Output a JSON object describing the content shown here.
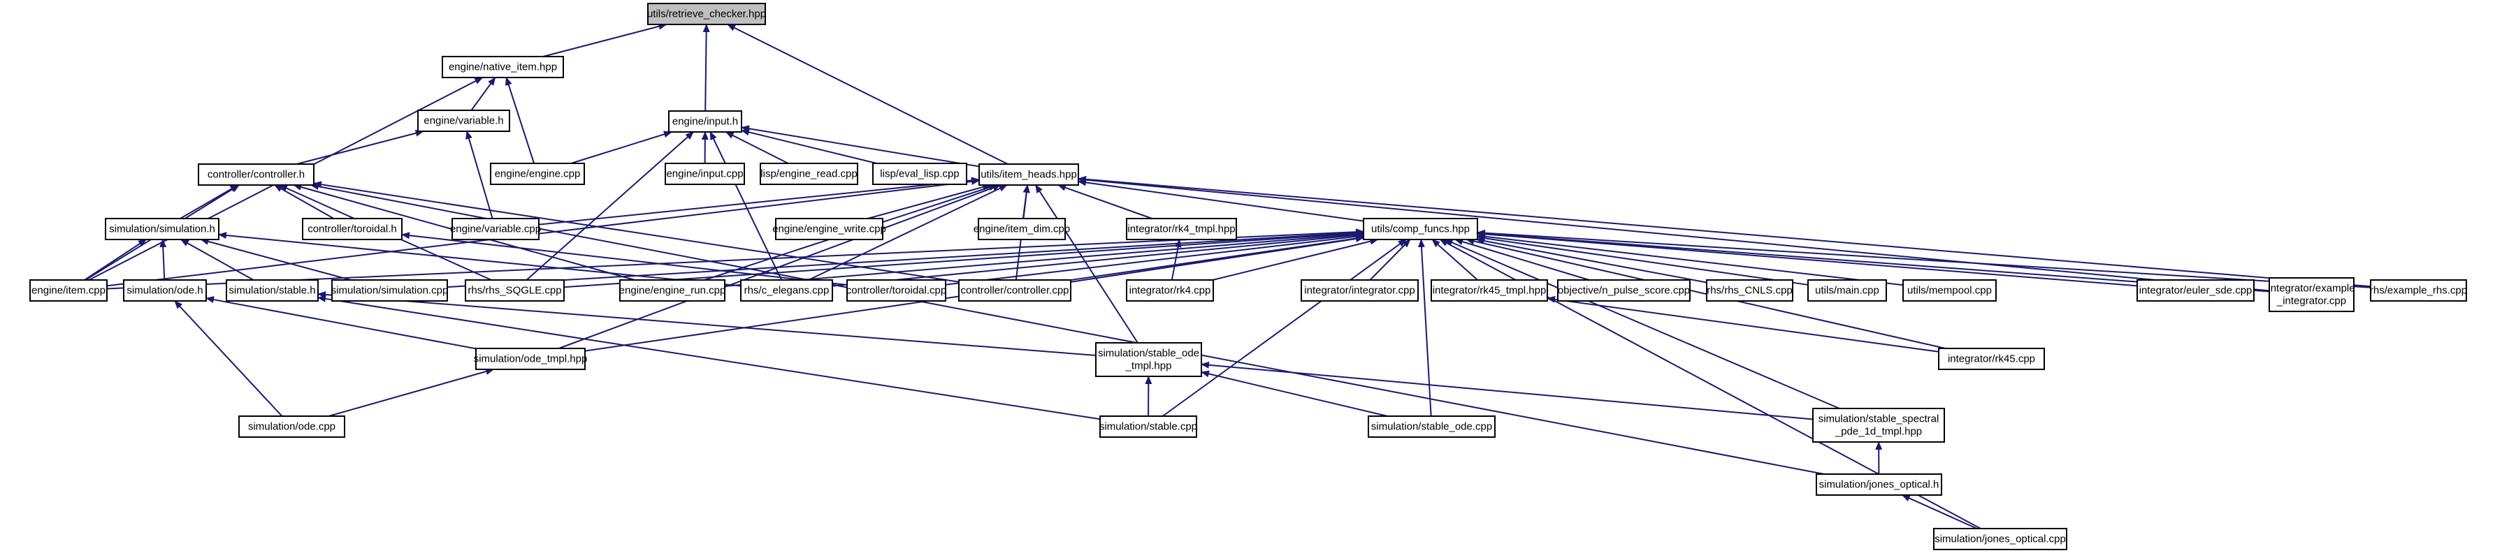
{
  "nodes": [
    {
      "id": "n1",
      "lines": [
        "utils/retrieve_checker.hpp"
      ],
      "root": true
    },
    {
      "id": "n2",
      "lines": [
        "engine/native_item.hpp"
      ]
    },
    {
      "id": "n3",
      "lines": [
        "engine/input.h"
      ]
    },
    {
      "id": "n4",
      "lines": [
        "engine/variable.h"
      ]
    },
    {
      "id": "n5",
      "lines": [
        "controller/controller.h"
      ]
    },
    {
      "id": "n6",
      "lines": [
        "utils/item_heads.hpp"
      ]
    },
    {
      "id": "n7",
      "lines": [
        "engine/engine.cpp"
      ]
    },
    {
      "id": "n8",
      "lines": [
        "engine/input.cpp"
      ]
    },
    {
      "id": "n9",
      "lines": [
        "lisp/engine_read.cpp"
      ]
    },
    {
      "id": "n10",
      "lines": [
        "lisp/eval_lisp.cpp"
      ]
    },
    {
      "id": "n11",
      "lines": [
        "simulation/simulation.h"
      ]
    },
    {
      "id": "n12",
      "lines": [
        "controller/toroidal.h"
      ]
    },
    {
      "id": "n13",
      "lines": [
        "engine/variable.cpp"
      ]
    },
    {
      "id": "n14",
      "lines": [
        "engine/engine_write.cpp"
      ]
    },
    {
      "id": "n15",
      "lines": [
        "engine/item_dim.cpp"
      ]
    },
    {
      "id": "n16",
      "lines": [
        "integrator/rk4_tmpl.hpp"
      ]
    },
    {
      "id": "n17",
      "lines": [
        "utils/comp_funcs.hpp"
      ]
    },
    {
      "id": "n18",
      "lines": [
        "engine/item.cpp"
      ]
    },
    {
      "id": "n19",
      "lines": [
        "simulation/ode.h"
      ]
    },
    {
      "id": "n20",
      "lines": [
        "simulation/stable.h"
      ]
    },
    {
      "id": "n21",
      "lines": [
        "simulation/simulation.cpp"
      ]
    },
    {
      "id": "n22",
      "lines": [
        "rhs/rhs_SQGLE.cpp"
      ]
    },
    {
      "id": "n23",
      "lines": [
        "engine/engine_run.cpp"
      ]
    },
    {
      "id": "n24",
      "lines": [
        "rhs/c_elegans.cpp"
      ]
    },
    {
      "id": "n25",
      "lines": [
        "controller/toroidal.cpp"
      ]
    },
    {
      "id": "n26",
      "lines": [
        "controller/controller.cpp"
      ]
    },
    {
      "id": "n27",
      "lines": [
        "integrator/rk4.cpp"
      ]
    },
    {
      "id": "n28",
      "lines": [
        "integrator/integrator.cpp"
      ]
    },
    {
      "id": "n29",
      "lines": [
        "integrator/rk45_tmpl.hpp"
      ]
    },
    {
      "id": "n30",
      "lines": [
        "objective/n_pulse_score.cpp"
      ]
    },
    {
      "id": "n31",
      "lines": [
        "rhs/rhs_CNLS.cpp"
      ]
    },
    {
      "id": "n32",
      "lines": [
        "utils/main.cpp"
      ]
    },
    {
      "id": "n33",
      "lines": [
        "utils/mempool.cpp"
      ]
    },
    {
      "id": "n34",
      "lines": [
        "integrator/euler_sde.cpp"
      ]
    },
    {
      "id": "n35",
      "lines": [
        "integrator/example",
        "_integrator.cpp"
      ]
    },
    {
      "id": "n36",
      "lines": [
        "rhs/example_rhs.cpp"
      ]
    },
    {
      "id": "n37",
      "lines": [
        "simulation/ode_tmpl.hpp"
      ]
    },
    {
      "id": "n38",
      "lines": [
        "simulation/stable_ode",
        "_tmpl.hpp"
      ]
    },
    {
      "id": "n39",
      "lines": [
        "integrator/rk45.cpp"
      ]
    },
    {
      "id": "n40",
      "lines": [
        "simulation/ode.cpp"
      ]
    },
    {
      "id": "n41",
      "lines": [
        "simulation/stable.cpp"
      ]
    },
    {
      "id": "n42",
      "lines": [
        "simulation/stable_ode.cpp"
      ]
    },
    {
      "id": "n43",
      "lines": [
        "simulation/stable_spectral",
        "_pde_1d_tmpl.hpp"
      ]
    },
    {
      "id": "n44",
      "lines": [
        "simulation/jones_optical.h"
      ]
    },
    {
      "id": "n45",
      "lines": [
        "simulation/jones_optical.cpp"
      ]
    }
  ],
  "edges": [
    [
      "n2",
      "n1"
    ],
    [
      "n3",
      "n1"
    ],
    [
      "n6",
      "n1"
    ],
    [
      "n4",
      "n2"
    ],
    [
      "n7",
      "n2"
    ],
    [
      "n18",
      "n2"
    ],
    [
      "n6",
      "n3"
    ],
    [
      "n7",
      "n3"
    ],
    [
      "n8",
      "n3"
    ],
    [
      "n9",
      "n3"
    ],
    [
      "n10",
      "n3"
    ],
    [
      "n22",
      "n3"
    ],
    [
      "n24",
      "n3"
    ],
    [
      "n5",
      "n4"
    ],
    [
      "n13",
      "n4"
    ],
    [
      "n11",
      "n5"
    ],
    [
      "n12",
      "n5"
    ],
    [
      "n18",
      "n5"
    ],
    [
      "n22",
      "n5"
    ],
    [
      "n23",
      "n5"
    ],
    [
      "n26",
      "n5"
    ],
    [
      "n44",
      "n5"
    ],
    [
      "n13",
      "n6"
    ],
    [
      "n14",
      "n6"
    ],
    [
      "n15",
      "n6"
    ],
    [
      "n16",
      "n6"
    ],
    [
      "n17",
      "n6"
    ],
    [
      "n18",
      "n6"
    ],
    [
      "n23",
      "n6"
    ],
    [
      "n24",
      "n6"
    ],
    [
      "n26",
      "n6"
    ],
    [
      "n35",
      "n6"
    ],
    [
      "n36",
      "n6"
    ],
    [
      "n37",
      "n6"
    ],
    [
      "n38",
      "n6"
    ],
    [
      "n18",
      "n11"
    ],
    [
      "n19",
      "n11"
    ],
    [
      "n20",
      "n11"
    ],
    [
      "n21",
      "n11"
    ],
    [
      "n24",
      "n11"
    ],
    [
      "n25",
      "n12"
    ],
    [
      "n27",
      "n16"
    ],
    [
      "n18",
      "n17"
    ],
    [
      "n21",
      "n17"
    ],
    [
      "n22",
      "n17"
    ],
    [
      "n23",
      "n17"
    ],
    [
      "n24",
      "n17"
    ],
    [
      "n25",
      "n17"
    ],
    [
      "n26",
      "n17"
    ],
    [
      "n27",
      "n17"
    ],
    [
      "n28",
      "n17"
    ],
    [
      "n29",
      "n17"
    ],
    [
      "n30",
      "n17"
    ],
    [
      "n31",
      "n17"
    ],
    [
      "n32",
      "n17"
    ],
    [
      "n33",
      "n17"
    ],
    [
      "n34",
      "n17"
    ],
    [
      "n35",
      "n17"
    ],
    [
      "n36",
      "n17"
    ],
    [
      "n37",
      "n17"
    ],
    [
      "n39",
      "n17"
    ],
    [
      "n41",
      "n17"
    ],
    [
      "n42",
      "n17"
    ],
    [
      "n43",
      "n17"
    ],
    [
      "n45",
      "n17"
    ],
    [
      "n37",
      "n19"
    ],
    [
      "n40",
      "n19"
    ],
    [
      "n38",
      "n20"
    ],
    [
      "n41",
      "n20"
    ],
    [
      "n39",
      "n29"
    ],
    [
      "n40",
      "n37"
    ],
    [
      "n41",
      "n38"
    ],
    [
      "n42",
      "n38"
    ],
    [
      "n43",
      "n38"
    ],
    [
      "n44",
      "n43"
    ],
    [
      "n45",
      "n44"
    ]
  ]
}
